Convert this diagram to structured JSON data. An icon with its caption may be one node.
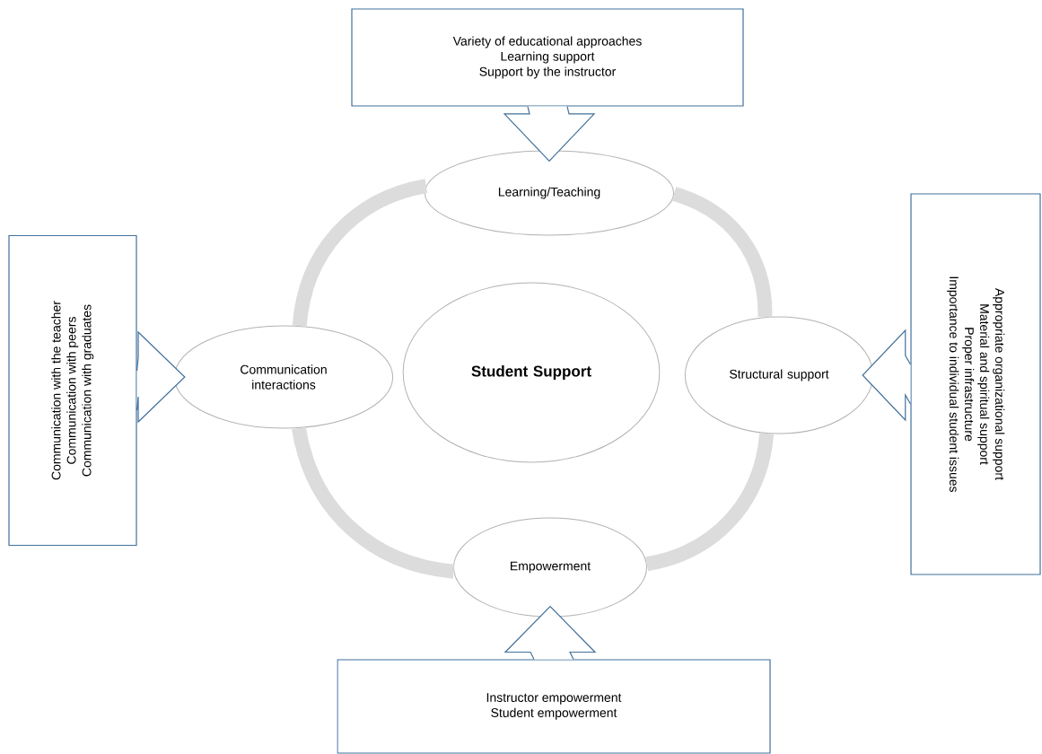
{
  "diagram": {
    "nodes": [
      {
        "text": [
          "Student Support"
        ]
      },
      {
        "text": [
          "Learning/Teaching"
        ]
      },
      {
        "text": [
          "Communication interactions"
        ]
      },
      {
        "text": [
          "Structural support"
        ]
      },
      {
        "text": [
          "Empowerment"
        ]
      },
      {
        "text": [
          "Variety of educational approaches",
          "Learning support",
          "Support by the instructor"
        ]
      },
      {
        "text": [
          "Communication with the teacher",
          "Communication with peers",
          "Communication with graduates"
        ]
      },
      {
        "text": [
          "Appropriate organizational support",
          "Material and spiritual support",
          "Proper infrastructure",
          "Importance to individual student issues"
        ]
      },
      {
        "text": [
          "Instructor empowerment",
          "Student empowerment"
        ]
      }
    ],
    "edges": [
      {
        "from": 5,
        "to": 1,
        "arrow": "to",
        "color": "#41719c"
      },
      {
        "from": 6,
        "to": 2,
        "arrow": "to",
        "color": "#41719c"
      },
      {
        "from": 7,
        "to": 3,
        "arrow": "to",
        "color": "#41719c"
      },
      {
        "from": 8,
        "to": 4,
        "arrow": "to",
        "color": "#41719c"
      },
      {
        "from": 1,
        "to": 3,
        "arrow": "none",
        "color": "#dcdcdc"
      },
      {
        "from": 3,
        "to": 4,
        "arrow": "none",
        "color": "#dcdcdc"
      },
      {
        "from": 4,
        "to": 2,
        "arrow": "none",
        "color": "#dcdcdc"
      },
      {
        "from": 2,
        "to": 1,
        "arrow": "none",
        "color": "#dcdcdc"
      }
    ]
  }
}
